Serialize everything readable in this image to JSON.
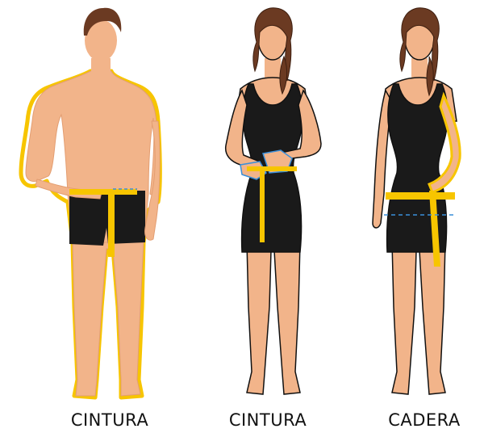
{
  "figures": [
    {
      "label": "CINTURA"
    },
    {
      "label": "CINTURA"
    },
    {
      "label": "CADERA"
    }
  ],
  "colors": {
    "skin": "#F2B48A",
    "skin_shadow": "#E39E72",
    "hair": "#6B3A22",
    "hair_dark": "#3E1F10",
    "outline": "#111111",
    "garment": "#1A1A1A",
    "tape": "#F7C500",
    "highlight": "#F7C500",
    "guide": "#3A8FD9"
  }
}
